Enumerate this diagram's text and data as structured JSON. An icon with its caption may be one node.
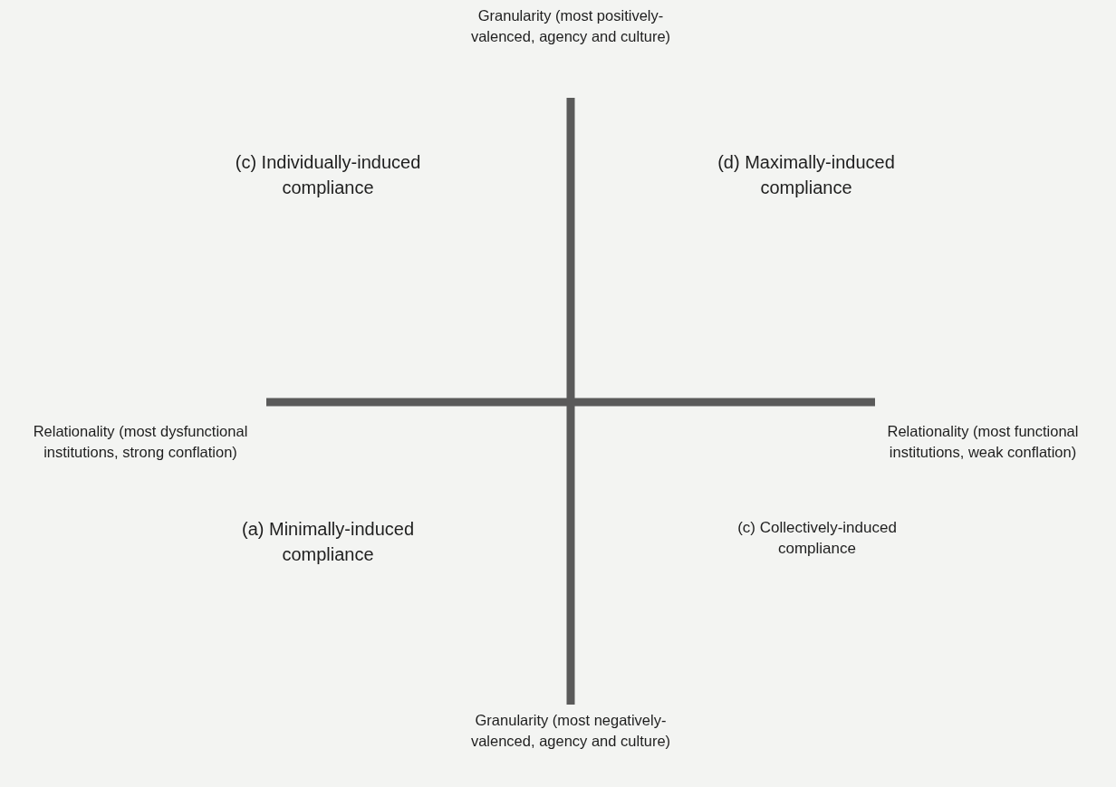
{
  "diagram": {
    "labels": [
      "Granularity (most positively-valenced, agency and culture)",
      "(c) Individually-induced compliance",
      "(d) Maximally-induced compliance",
      "Relationality (most dysfunctional institutions, strong conflation)",
      "Relationality (most functional institutions, weak conflation)",
      "(a) Minimally-induced compliance",
      "(c) Collectively-induced compliance",
      "Granularity (most negatively-valenced, agency and culture)"
    ]
  }
}
